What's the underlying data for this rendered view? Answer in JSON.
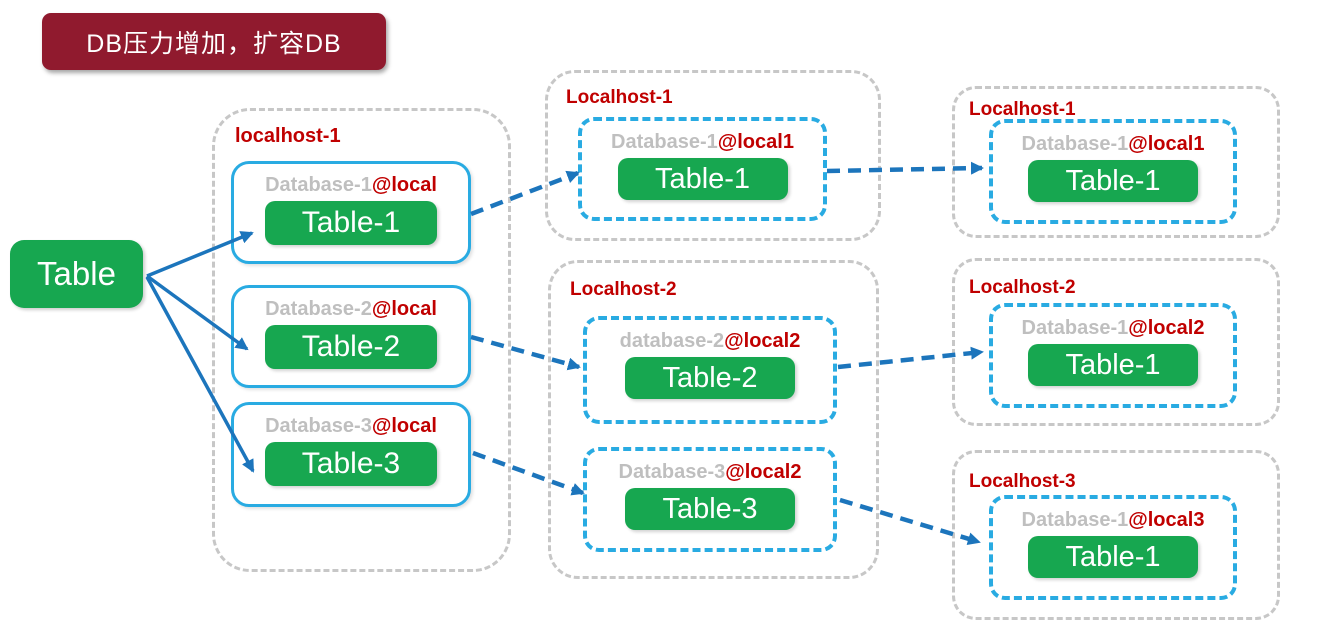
{
  "banner": {
    "label": "DB压力增加，扩容DB"
  },
  "colors": {
    "banner_bg": "#901A2E",
    "table_green": "#17A750",
    "database_border_blue": "#29ABE2",
    "arrow_blue": "#1C75BC",
    "host_label_red": "#C00000",
    "database_name_gray": "#BFBFBF",
    "container_border_gray": "#C7C7C7"
  },
  "source_table": {
    "label": "Table"
  },
  "stage1": {
    "host_label": "localhost-1",
    "databases": [
      {
        "name": "Database-1",
        "location": "@local",
        "table": "Table-1"
      },
      {
        "name": "Database-2",
        "location": "@local",
        "table": "Table-2"
      },
      {
        "name": "Database-3",
        "location": "@local",
        "table": "Table-3"
      }
    ]
  },
  "stage2": {
    "hosts": [
      {
        "label": "Localhost-1",
        "databases": [
          {
            "name": "Database-1",
            "location": "@local1",
            "table": "Table-1"
          }
        ]
      },
      {
        "label": "Localhost-2",
        "databases": [
          {
            "name": "database-2",
            "location": "@local2",
            "table": "Table-2"
          },
          {
            "name": "Database-3",
            "location": "@local2",
            "table": "Table-3"
          }
        ]
      }
    ]
  },
  "stage3": {
    "hosts": [
      {
        "label": "Localhost-1",
        "databases": [
          {
            "name": "Database-1",
            "location": "@local1",
            "table": "Table-1"
          }
        ]
      },
      {
        "label": "Localhost-2",
        "databases": [
          {
            "name": "Database-1",
            "location": "@local2",
            "table": "Table-1"
          }
        ]
      },
      {
        "label": "Localhost-3",
        "databases": [
          {
            "name": "Database-1",
            "location": "@local3",
            "table": "Table-1"
          }
        ]
      }
    ]
  }
}
